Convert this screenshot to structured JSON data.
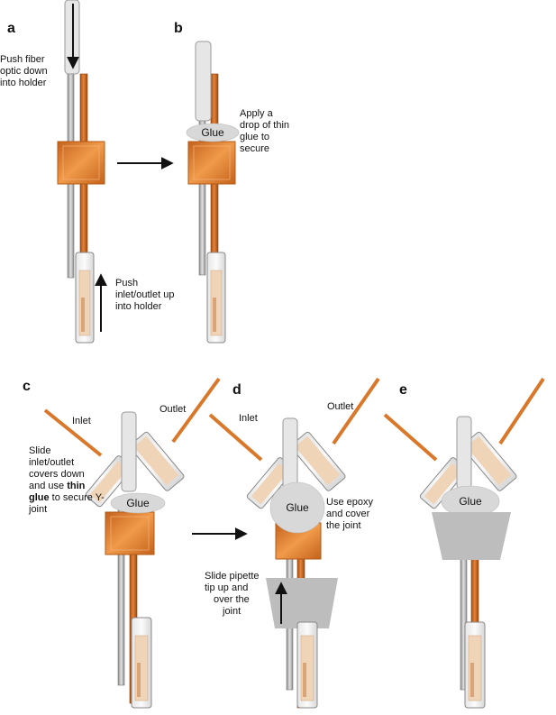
{
  "colors": {
    "copper": "#d9782a",
    "copper_dark": "#a04e12",
    "holder": "#e88a3a",
    "holder_edge": "#b35a16",
    "fiber": "#e6e6e6",
    "fiber_edge": "#9a9a9a",
    "glue": "#d8d8d8",
    "cone": "#bdbdbd",
    "tube_inner": "#f0d4b8"
  },
  "icons": {
    "arrow": "right-arrow-icon",
    "up_arrow": "up-arrow-icon",
    "down_arrow": "down-arrow-icon"
  },
  "panels": {
    "a": {
      "letter": "a",
      "push_fiber": [
        "Push fiber",
        "optic down",
        "into holder"
      ],
      "push_inlet": [
        "Push",
        "inlet/outlet up",
        "into holder"
      ]
    },
    "b": {
      "letter": "b",
      "glue": "Glue",
      "apply_drop": [
        "Apply a",
        "drop of thin",
        "glue to",
        "secure"
      ]
    },
    "c": {
      "letter": "c",
      "inlet": "Inlet",
      "outlet": "Outlet",
      "glue": "Glue",
      "slide_covers": {
        "line1": "Slide",
        "line2": "inlet/outlet",
        "line3": "covers down",
        "line4_pre": "and use ",
        "line4_bold": "thin",
        "line5_bold": "glue",
        "line5_post": " to secure Y-",
        "line6": "joint"
      }
    },
    "d": {
      "letter": "d",
      "inlet": "Inlet",
      "outlet": "Outlet",
      "glue": "Glue",
      "use_epoxy": [
        "Use epoxy",
        "and cover",
        "the joint"
      ],
      "slide_pipette": [
        "Slide pipette",
        "tip up and",
        "over the",
        "joint"
      ]
    },
    "e": {
      "letter": "e",
      "glue": "Glue"
    }
  }
}
